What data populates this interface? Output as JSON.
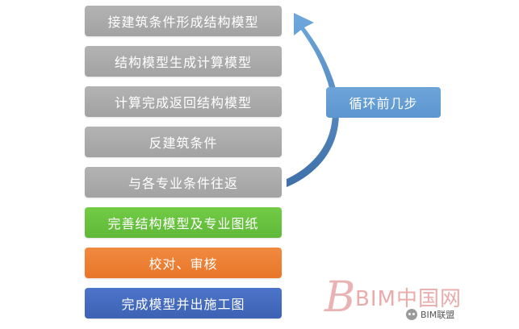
{
  "steps": [
    {
      "label": "接建筑条件形成结构模型",
      "color": "gray"
    },
    {
      "label": "结构模型生成计算模型",
      "color": "gray"
    },
    {
      "label": "计算完成返回结构模型",
      "color": "gray"
    },
    {
      "label": "反建筑条件",
      "color": "gray"
    },
    {
      "label": "与各专业条件往返",
      "color": "gray"
    },
    {
      "label": "完善结构模型及专业图纸",
      "color": "green"
    },
    {
      "label": "校对、审核",
      "color": "orange"
    },
    {
      "label": "完成模型并出施工图",
      "color": "blue"
    }
  ],
  "loop": {
    "label": "循环前几步",
    "color": "#5c95cf",
    "arrow_color": "#4a7fb6"
  },
  "watermark": {
    "logo_letter": "B",
    "text": "BIM中国网",
    "account": "BIM联盟",
    "account_icon": "wechat-icon"
  }
}
